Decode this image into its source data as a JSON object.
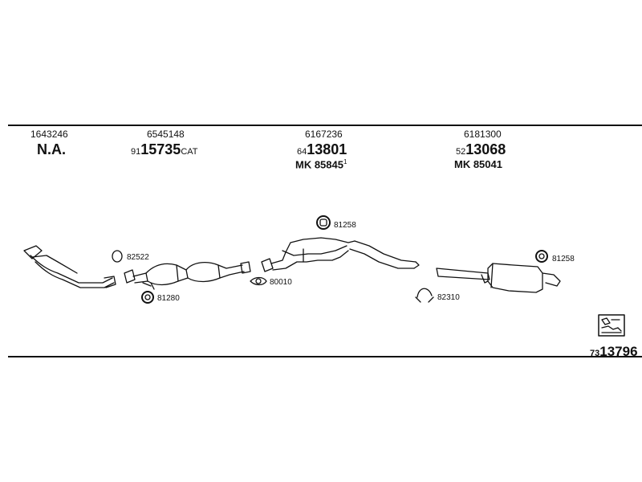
{
  "columns": [
    {
      "ref": "1643246",
      "prefix": "",
      "main": "N.A.",
      "suffix": "",
      "mk": "",
      "mk_sup": ""
    },
    {
      "ref": "6545148",
      "prefix": "91",
      "main": "15735",
      "suffix": "CAT",
      "mk": "",
      "mk_sup": ""
    },
    {
      "ref": "6167236",
      "prefix": "64",
      "main": "13801",
      "suffix": "",
      "mk": "MK  85845",
      "mk_sup": "1"
    },
    {
      "ref": "6181300",
      "prefix": "52",
      "main": "13068",
      "suffix": "",
      "mk": "MK  85041",
      "mk_sup": ""
    }
  ],
  "part_labels": {
    "p82522": "82522",
    "p81280": "81280",
    "p80010": "80010",
    "p81258a": "81258",
    "p82310": "82310",
    "p81258b": "81258"
  },
  "catalog": {
    "prefix": "73",
    "main": "13796"
  }
}
